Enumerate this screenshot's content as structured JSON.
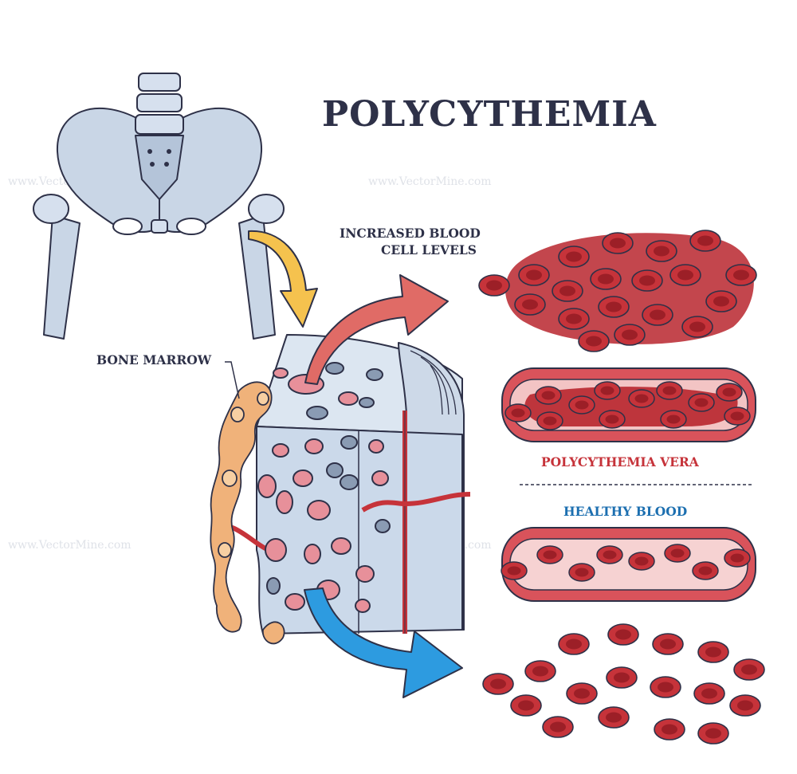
{
  "title": "POLYCYTHEMIA",
  "labels": {
    "increased_line1": "INCREASED BLOOD",
    "increased_line2": "CELL LEVELS",
    "bone_marrow": "BONE MARROW",
    "polycythemia_vera": "POLYCYTHEMIA VERA",
    "healthy_blood": "HEALTHY BLOOD"
  },
  "watermark": "www.VectorMine.com",
  "colors": {
    "outline": "#2e3148",
    "bone": "#c9d6e6",
    "marrow": "#f0b27a",
    "cell": "#c6333a",
    "cell_dark": "#9c1f27",
    "arrow_red": "#e06b66",
    "arrow_blue": "#2d9be0",
    "arrow_yellow": "#f5c24e",
    "healthy_label": "#1c6fb0"
  }
}
